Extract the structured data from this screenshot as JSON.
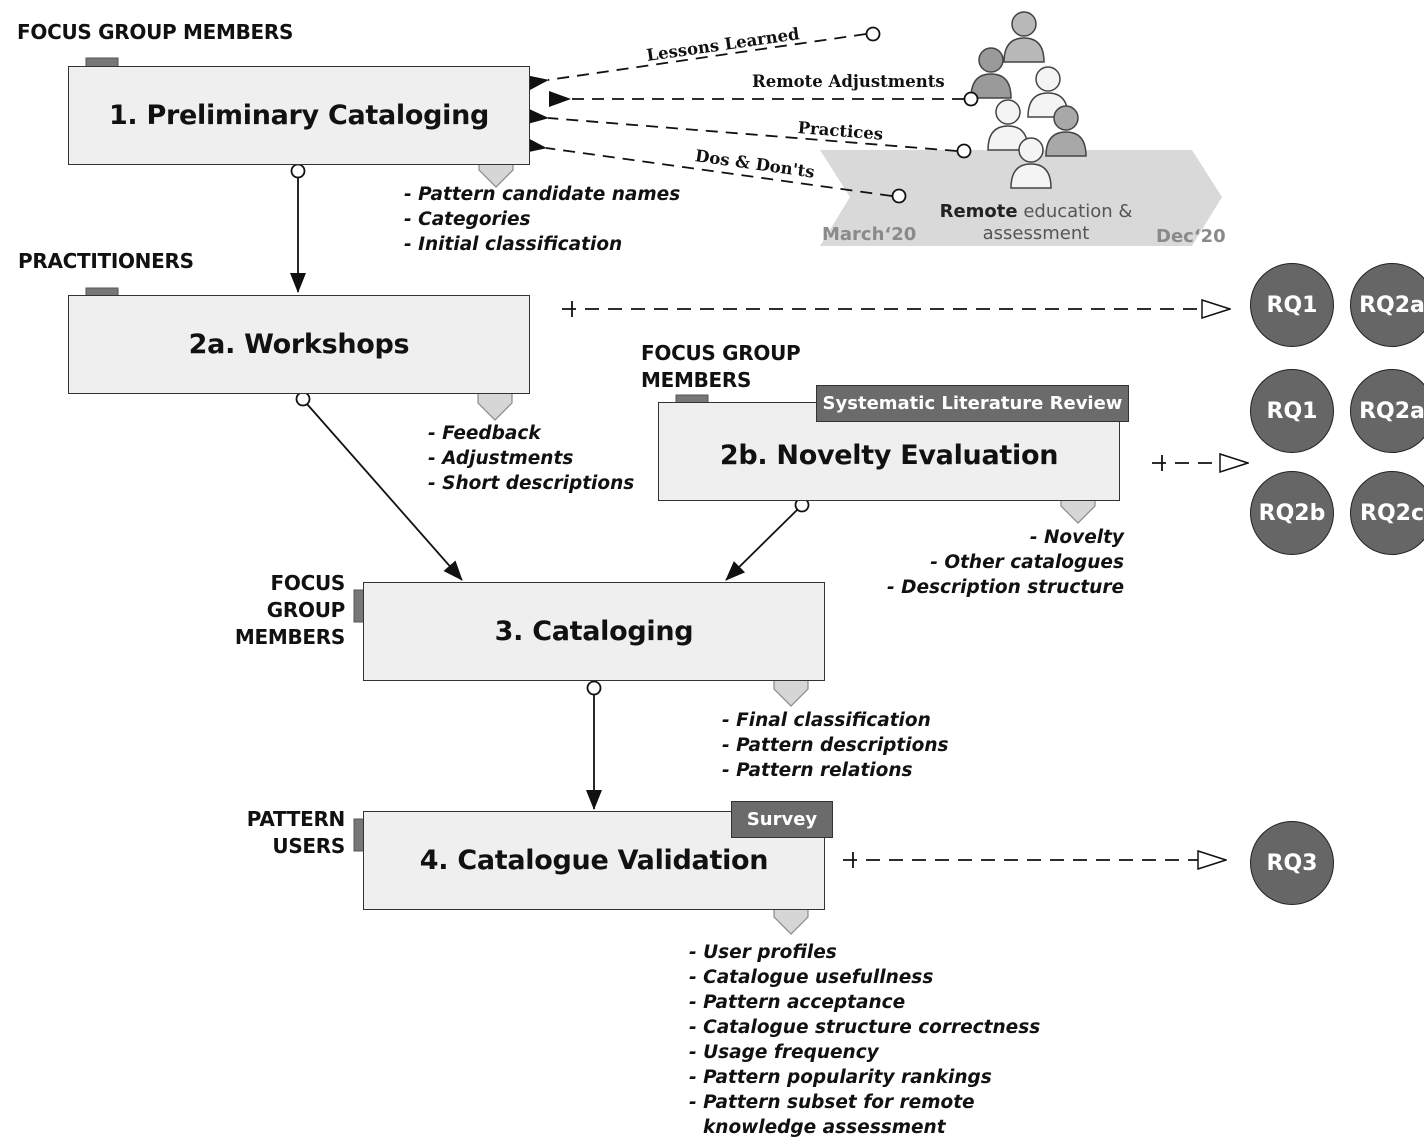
{
  "roles": {
    "focus_group_1": "FOCUS GROUP MEMBERS",
    "practitioners": "PRACTITIONERS",
    "focus_group_2b_line1": "FOCUS GROUP",
    "focus_group_2b_line2": "MEMBERS",
    "focus_group_3_line1": "FOCUS",
    "focus_group_3_line2": "GROUP",
    "focus_group_3_line3": "MEMBERS",
    "pattern_users_line1": "PATTERN",
    "pattern_users_line2": "USERS"
  },
  "steps": {
    "s1": {
      "title": "1. Preliminary Cataloging",
      "outputs": [
        "- Pattern candidate names",
        "- Categories",
        "- Initial classification"
      ]
    },
    "s2a": {
      "title": "2a. Workshops",
      "outputs": [
        "- Feedback",
        "- Adjustments",
        "- Short descriptions"
      ]
    },
    "s2b": {
      "title": "2b. Novelty Evaluation",
      "tag": "Systematic Literature Review",
      "outputs": [
        "- Novelty",
        "- Other catalogues",
        "- Description structure"
      ]
    },
    "s3": {
      "title": "3. Cataloging",
      "outputs": [
        "- Final classification",
        "- Pattern descriptions",
        "- Pattern relations"
      ]
    },
    "s4": {
      "title": "4. Catalogue Validation",
      "tag": "Survey",
      "outputs": [
        "- User profiles",
        "- Catalogue usefullness",
        "- Pattern acceptance",
        "- Catalogue structure correctness",
        "- Usage frequency",
        "- Pattern popularity rankings",
        "- Pattern subset for remote",
        "knowledge assessment"
      ]
    }
  },
  "feedback": {
    "lessons": "Lessons Learned",
    "remote_adjustments": "Remote Adjustments",
    "practices": "Practices",
    "dos_donts": "Dos & Don'ts"
  },
  "timeline": {
    "start": "March‘20",
    "end": "Dec‘20",
    "label_bold": "Remote",
    "label_rest": " education &",
    "label_line2": "assessment"
  },
  "rqs": {
    "row1": [
      "RQ1",
      "RQ2a"
    ],
    "row2": [
      "RQ1",
      "RQ2a"
    ],
    "row3": [
      "RQ2b",
      "RQ2c"
    ],
    "row4": [
      "RQ3"
    ]
  },
  "colors": {
    "box_fill": "#efefef",
    "tag_fill": "#6b6b6b",
    "rq_fill": "#666666",
    "marker_dark": "#777777",
    "marker_light": "#d6d6d6",
    "timeline_fill": "#d9d9d9"
  }
}
